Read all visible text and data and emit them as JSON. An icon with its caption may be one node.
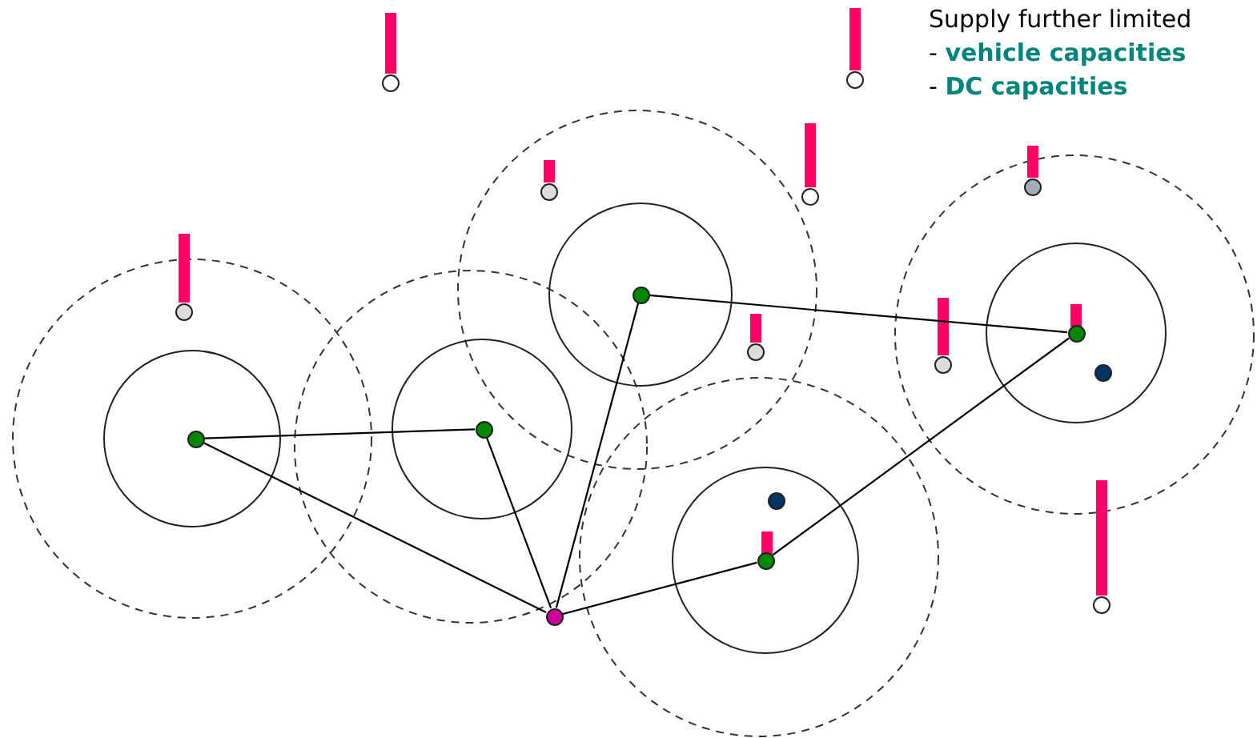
{
  "diagram": {
    "nodes": [
      {
        "text": [],
        "shape": "circle"
      },
      {
        "text": [],
        "shape": "circle"
      },
      {
        "text": [],
        "shape": "circle"
      },
      {
        "text": [],
        "shape": "circle"
      },
      {
        "text": [],
        "shape": "circle"
      },
      {
        "text": [],
        "shape": "circle"
      }
    ],
    "edges": [
      {
        "from": 0,
        "to": 1,
        "arrow": "none"
      },
      {
        "from": 0,
        "to": 2,
        "arrow": "none"
      },
      {
        "from": 1,
        "to": 2,
        "arrow": "none"
      },
      {
        "from": 3,
        "to": 2,
        "arrow": "none"
      },
      {
        "from": 3,
        "to": 5,
        "arrow": "none"
      },
      {
        "from": 2,
        "to": 4,
        "arrow": "none"
      },
      {
        "from": 4,
        "to": 5,
        "arrow": "none"
      }
    ],
    "labels": [
      "Supply further limited",
      "- **vehicle capacities**",
      "- **DC capacities**"
    ]
  }
}
